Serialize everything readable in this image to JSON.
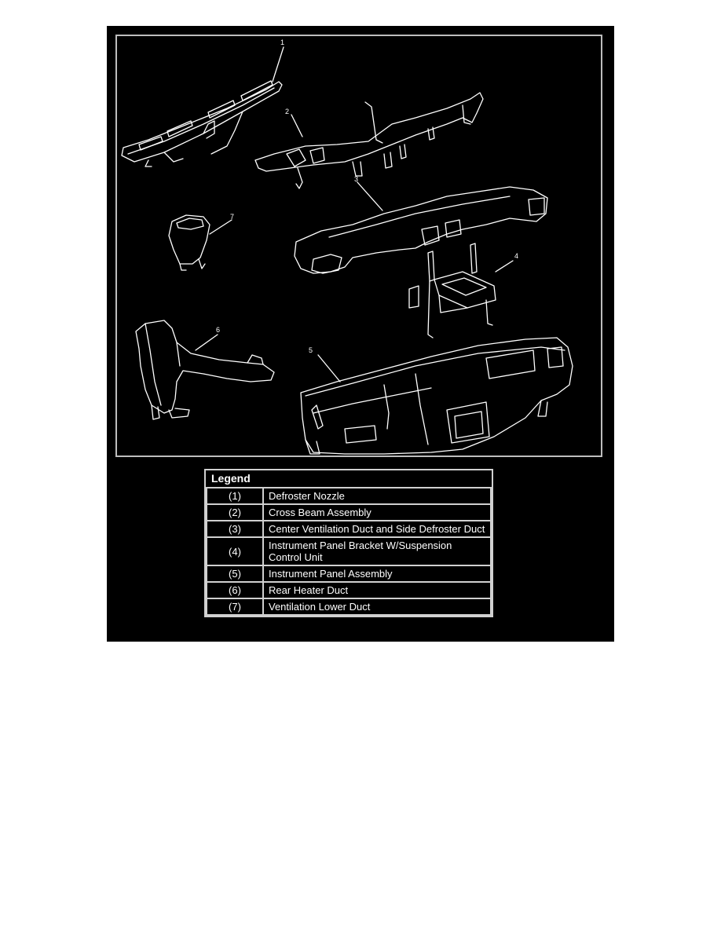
{
  "callouts": [
    "1",
    "2",
    "3",
    "4",
    "5",
    "6",
    "7"
  ],
  "legend": {
    "title": "Legend",
    "rows": [
      {
        "num": "(1)",
        "desc": "Defroster Nozzle"
      },
      {
        "num": "(2)",
        "desc": "Cross Beam Assembly"
      },
      {
        "num": "(3)",
        "desc": "Center Ventilation Duct and Side Defroster Duct"
      },
      {
        "num": "(4)",
        "desc": "Instrument Panel Bracket W/Suspension Control Unit"
      },
      {
        "num": "(5)",
        "desc": "Instrument Panel Assembly"
      },
      {
        "num": "(6)",
        "desc": "Rear Heater Duct"
      },
      {
        "num": "(7)",
        "desc": "Ventilation Lower Duct"
      }
    ]
  },
  "colors": {
    "background": "#000000",
    "line": "#ffffff",
    "border": "#d0d0d0"
  }
}
